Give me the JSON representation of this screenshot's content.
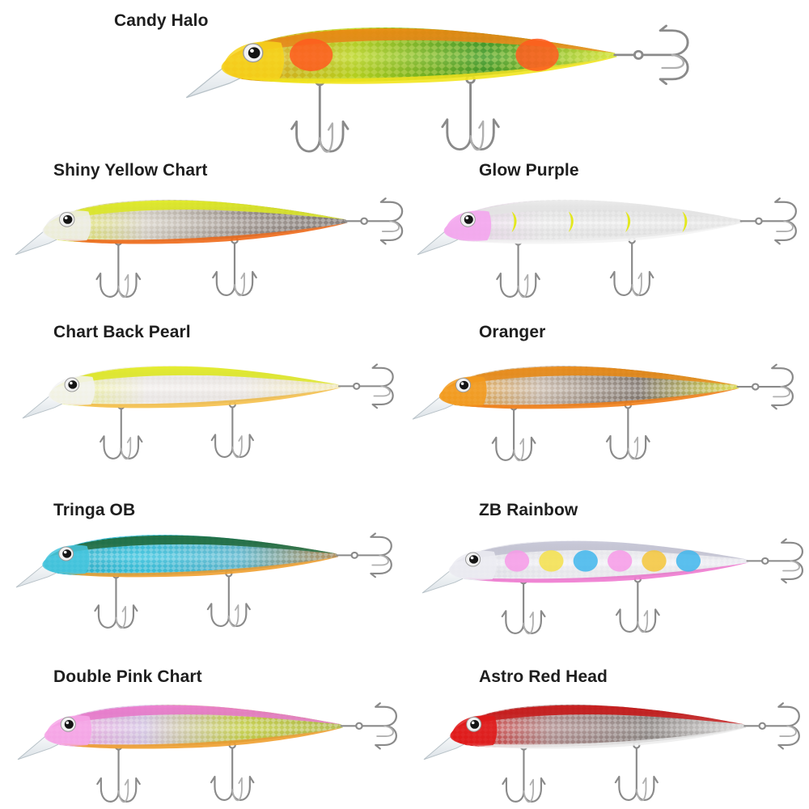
{
  "lures": [
    {
      "name": "Candy Halo",
      "back": "#f08a12",
      "belly": "#f2e61e",
      "body": [
        "#f39a1a",
        "#b9d61e",
        "#3c9a22",
        "#d6e420"
      ],
      "spots": [
        "#ff5a1e",
        "#ff5a1e"
      ],
      "head": "#f7d31a",
      "flake": "#e8f27a"
    },
    {
      "name": "Shiny Yellow Chart",
      "back": "#e3ef1e",
      "belly": "#f06a1a",
      "body": [
        "#e9f04a",
        "#d8d2c6",
        "#9a8f88",
        "#6d6460"
      ],
      "spots": [],
      "head": "#eeeeee",
      "flake": "#ffffff"
    },
    {
      "name": "Glow Purple",
      "back": "#ededed",
      "belly": "#f4f4f4",
      "body": [
        "#f0d8f0",
        "#f4f4f4",
        "#f2f2f2",
        "#ececec"
      ],
      "spots": [
        "#e3e81e",
        "#e3e81e",
        "#e3e81e",
        "#e3e81e"
      ],
      "head": "#f5a2ee",
      "flake": "#d8d8d8"
    },
    {
      "name": "Chart Back Pearl",
      "back": "#e5f01e",
      "belly": "#f5c04a",
      "body": [
        "#edf27a",
        "#f4f0ee",
        "#f1ece8",
        "#f3e8b0"
      ],
      "spots": [],
      "head": "#f3f3f3",
      "flake": "#ffffff"
    },
    {
      "name": "Oranger",
      "back": "#f08c12",
      "belly": "#f28018",
      "body": [
        "#f3a020",
        "#c9b8a8",
        "#7f746c",
        "#d9d832"
      ],
      "spots": [],
      "head": "#f39a1c",
      "flake": "#ffffff"
    },
    {
      "name": "Tringa OB",
      "back": "#1c6a3a",
      "belly": "#f0a030",
      "body": [
        "#2aaec8",
        "#35c4e0",
        "#5bb8d0",
        "#a87a3a"
      ],
      "spots": [],
      "head": "#45c6de",
      "flake": "#d8f6ff"
    },
    {
      "name": "ZB Rainbow",
      "back": "#c8c8d8",
      "belly": "#f07ad0",
      "body": [
        "#e4e4ee",
        "#f0f0f5",
        "#f3f3f8",
        "#e8e8f0"
      ],
      "spots": [
        "#f79ae8",
        "#f5e04a",
        "#3fb6ec",
        "#f79ae8",
        "#f5c63a",
        "#3fb6ec"
      ],
      "head": "#ececf2",
      "flake": "#ffffff"
    },
    {
      "name": "Double Pink Chart",
      "back": "#f07ad0",
      "belly": "#f0a030",
      "body": [
        "#f59ee0",
        "#d8c8e8",
        "#c6d042",
        "#a8b232"
      ],
      "spots": [],
      "head": "#f7a6e8",
      "flake": "#ffffff"
    },
    {
      "name": "Astro Red Head",
      "back": "#cc1414",
      "belly": "#ededed",
      "body": [
        "#e21818",
        "#b08c8c",
        "#8a8380",
        "#d8d8d8"
      ],
      "spots": [],
      "head": "#e01818",
      "flake": "#f4f4f4"
    }
  ]
}
